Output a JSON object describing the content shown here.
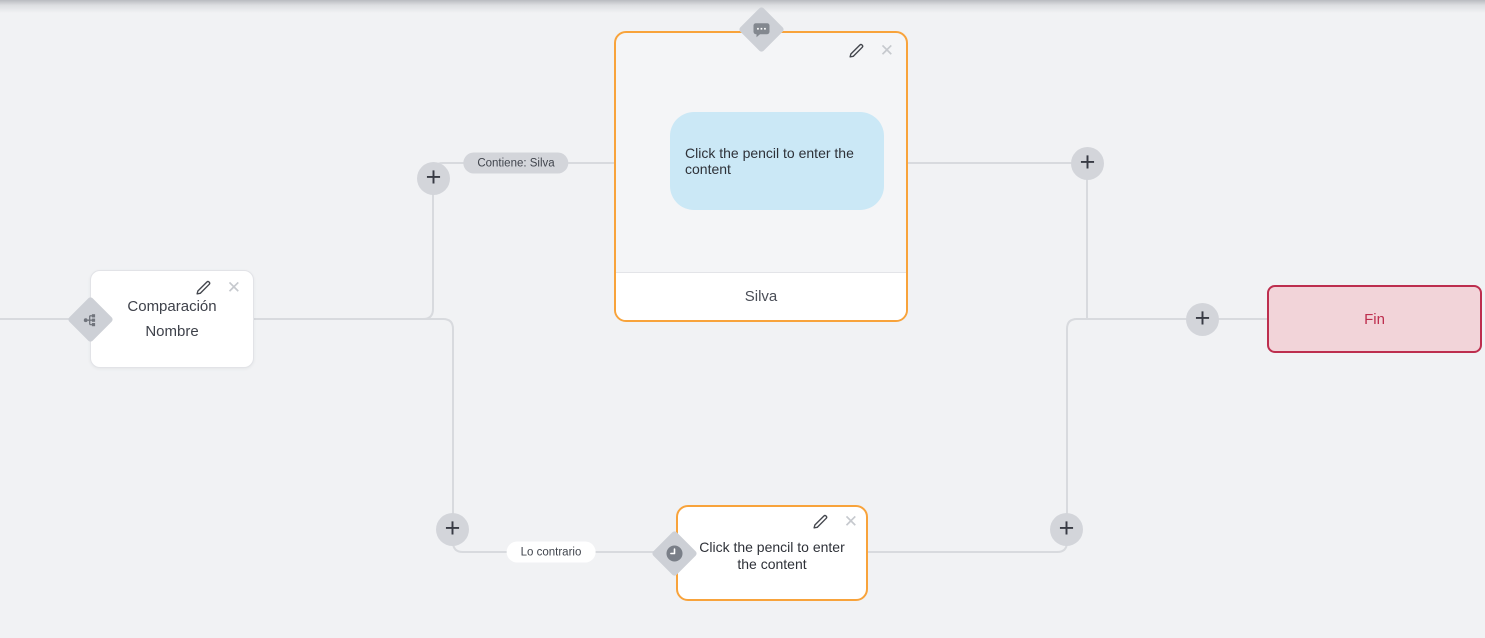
{
  "canvas": {
    "background": "#F1F2F4",
    "connector_color": "#D8DADE",
    "accent_orange": "#F8A33B"
  },
  "controls": {
    "add_label": "+",
    "close_glyph": "✕"
  },
  "edge_labels": {
    "contains": {
      "text": "Contiene: Silva"
    },
    "otherwise": {
      "text": "Lo contrario"
    }
  },
  "nodes": {
    "condition": {
      "title_line1": "Comparación",
      "title_line2": "Nombre",
      "icon": "sitemap-icon"
    },
    "message": {
      "icon": "chat-bubble-icon",
      "bubble_text": "Click the pencil to enter the content",
      "footer_label": "Silva",
      "bubble_color": "#CBE8F6",
      "border_color": "#F8A33B"
    },
    "delay": {
      "icon": "clock-icon",
      "placeholder_text": "Click the pencil to enter the content",
      "border_color": "#F8A33B"
    },
    "end": {
      "label": "Fin",
      "background": "#F2D4D9",
      "border_color": "#BD2E4E",
      "text_color": "#BD2E4E"
    }
  }
}
